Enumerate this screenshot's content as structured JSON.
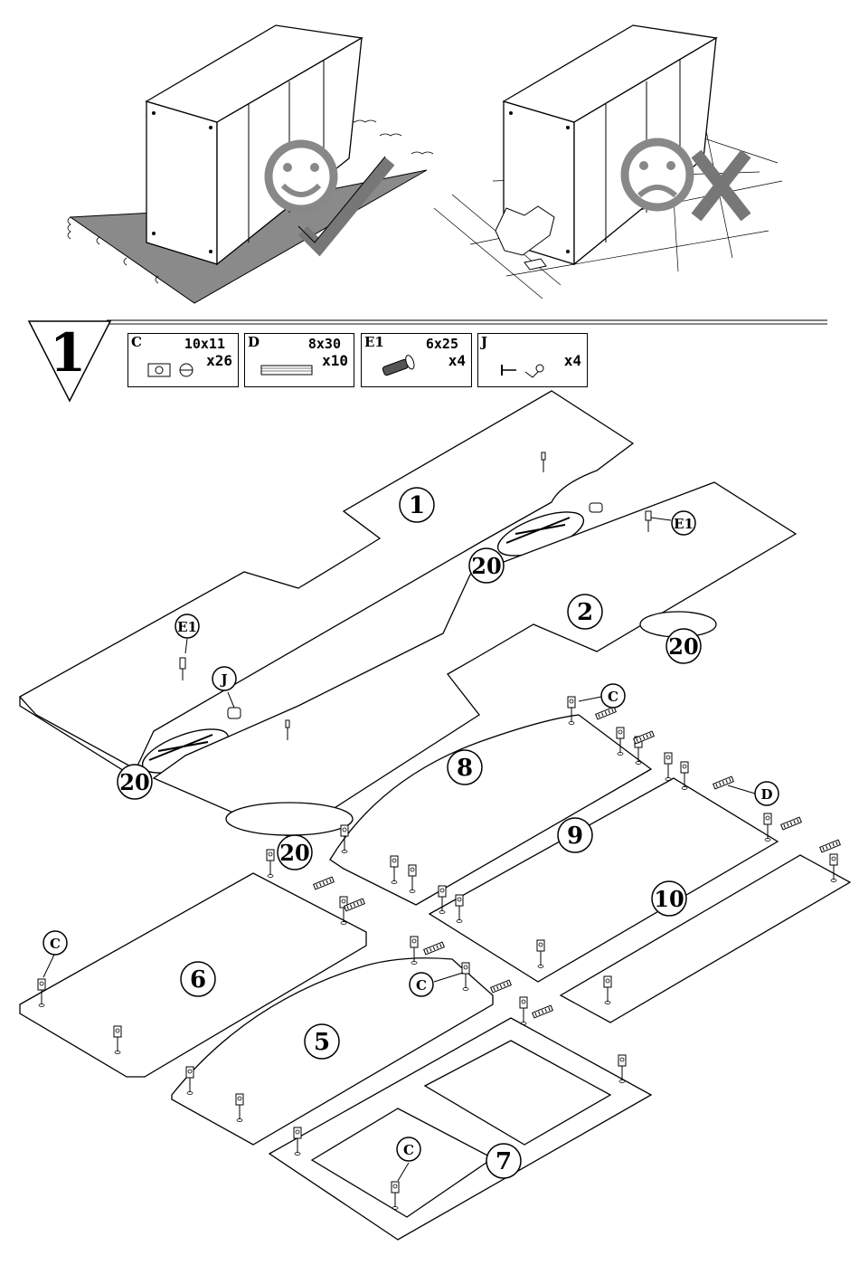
{
  "step": {
    "number": "1"
  },
  "hardware": [
    {
      "code": "C",
      "size": "10x11",
      "qty": "x26",
      "icon": "cam-lock-icon"
    },
    {
      "code": "D",
      "size": "8x30",
      "qty": "x10",
      "icon": "wooden-dowel-icon"
    },
    {
      "code": "E1",
      "size": "6x25",
      "qty": "x4",
      "icon": "screw-icon"
    },
    {
      "code": "J",
      "size": "",
      "qty": "x4",
      "icon": "pin-icon"
    }
  ],
  "panels": {
    "p1": "1",
    "p2": "2",
    "p5": "5",
    "p6": "6",
    "p7": "7",
    "p8": "8",
    "p9": "9",
    "p10": "10",
    "p20a": "20",
    "p20b": "20",
    "p20c": "20",
    "p20d": "20"
  },
  "callouts": {
    "e1a": "E1",
    "e1b": "E1",
    "j": "J",
    "d": "D",
    "c1": "C",
    "c2": "C",
    "c3": "C",
    "c4": "C"
  },
  "warnings": {
    "good": "smiley-check-icon",
    "bad": "frown-cross-icon"
  }
}
